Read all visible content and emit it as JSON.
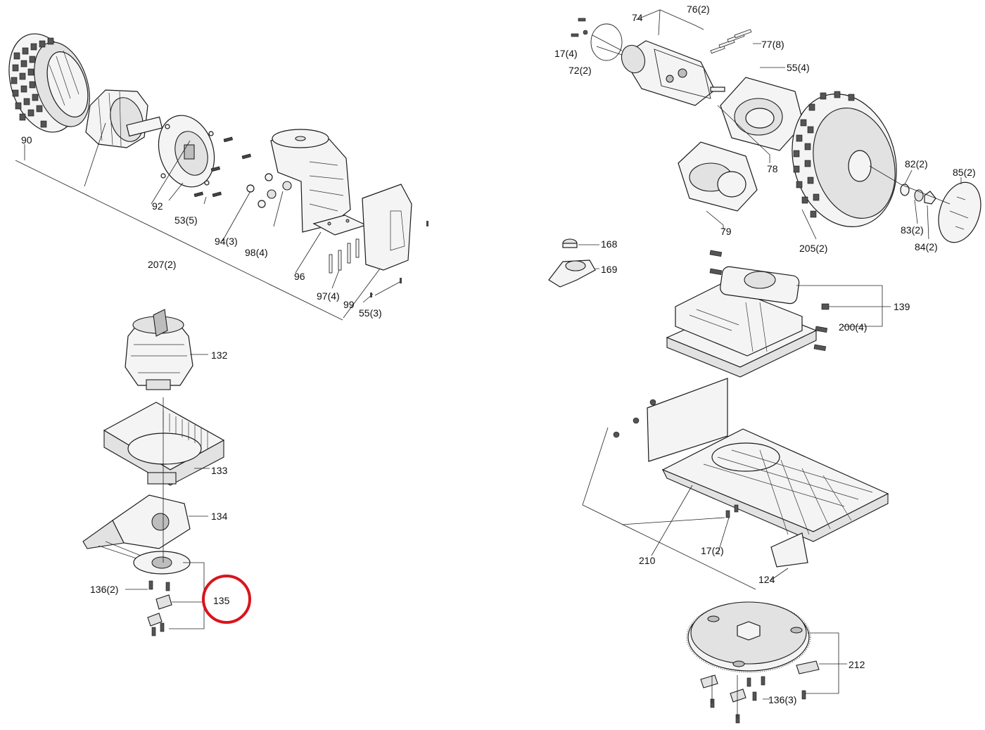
{
  "labels": {
    "l90": "90",
    "l92": "92",
    "l53": "53(5)",
    "l207": "207(2)",
    "l94": "94(3)",
    "l98": "98(4)",
    "l96": "96",
    "l97": "97(4)",
    "l99": "99",
    "l55a": "55(3)",
    "l132": "132",
    "l133": "133",
    "l134": "134",
    "l136a": "136(2)",
    "l135": "135",
    "l74": "74",
    "l76": "76(2)",
    "l17a": "17(4)",
    "l72": "72(2)",
    "l77": "77(8)",
    "l55b": "55(4)",
    "l78": "78",
    "l82": "82(2)",
    "l85": "85(2)",
    "l83": "83(2)",
    "l84": "84(2)",
    "l79": "79",
    "l205": "205(2)",
    "l168": "168",
    "l169": "169",
    "l139": "139",
    "l200": "200(4)",
    "l210": "210",
    "l17b": "17(2)",
    "l124": "124",
    "l212": "212",
    "l136b": "136(3)"
  },
  "highlight": {
    "target": "135",
    "color": "#d9141c"
  },
  "colors": {
    "ink": "#111111",
    "background": "#ffffff",
    "part_fill": "#f4f4f4"
  }
}
